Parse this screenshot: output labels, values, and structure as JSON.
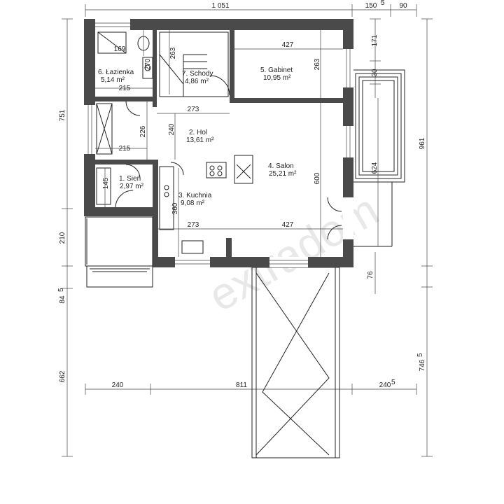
{
  "overall_dims": {
    "top_width": "1 051",
    "top_terrace": "150",
    "top_terrace_sup": "5",
    "top_right": "90",
    "left_top": "751",
    "left_mid": "210",
    "left_small": "84",
    "left_small_sup": "5",
    "left_bottom": "662",
    "right_main": "961",
    "right_gap": "76",
    "right_bottom": "746",
    "right_bottom_sup": "5",
    "bottom_left": "240",
    "bottom_mid": "811",
    "bottom_right": "240",
    "bottom_right_sup": "5"
  },
  "rooms": [
    {
      "id": "lazienka",
      "name": "6. Łazienka",
      "area": "5,14 m²"
    },
    {
      "id": "schody",
      "name": "7. Schody",
      "area": "4,86 m²"
    },
    {
      "id": "gabinet",
      "name": "5. Gabinet",
      "area": "10,95 m²"
    },
    {
      "id": "hol",
      "name": "2. Hol",
      "area": "13,61 m²"
    },
    {
      "id": "salon",
      "name": "4. Salon",
      "area": "25,21 m²"
    },
    {
      "id": "sien",
      "name": "1. Sień",
      "area": "2,97 m²"
    },
    {
      "id": "kuchnia",
      "name": "3. Kuchnia",
      "area": "9,08 m²"
    }
  ],
  "inner_dims": {
    "bath_169": "169",
    "bath_270": "270",
    "bath_215a": "215",
    "bath_263": "263",
    "gab_427": "427",
    "gab_263": "263",
    "hol_273": "273",
    "hol_240": "240",
    "hol_226": "226",
    "hol_215": "215",
    "sien_145": "145",
    "salon_600": "600",
    "terr_624": "624",
    "terr_171": "171",
    "terr_30": "30",
    "kuch_360": "360",
    "bot_273": "273",
    "bot_427": "427"
  },
  "watermark": "extradom"
}
